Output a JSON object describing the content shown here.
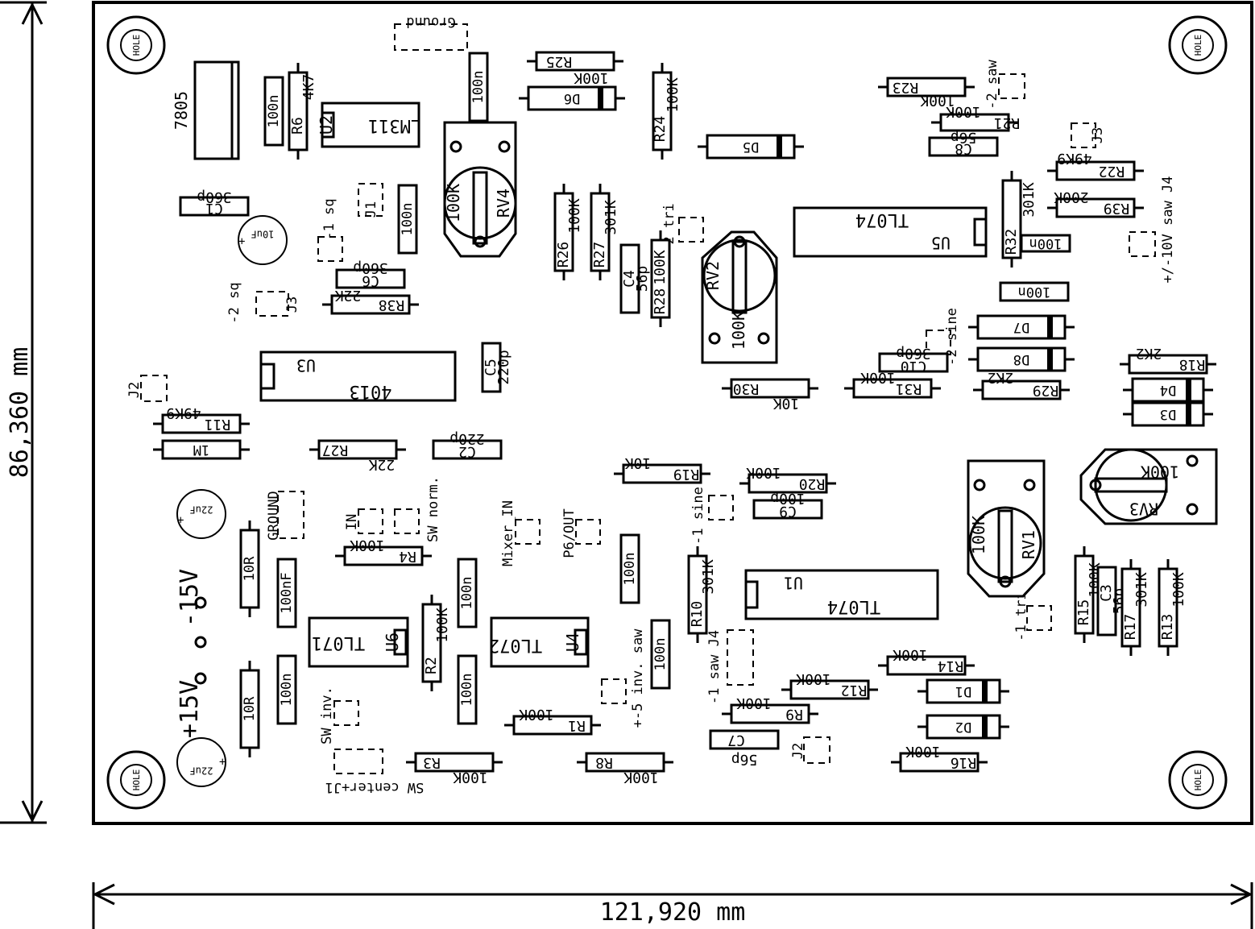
{
  "dimensions": {
    "width": "121,920 mm",
    "height": "86,360 mm"
  },
  "mounting_holes": [
    "HOLE",
    "HOLE",
    "HOLE",
    "HOLE"
  ],
  "power": {
    "plus": "+15V",
    "minus": "-15V"
  },
  "headers": {
    "ground": "Ground",
    "ground2": "GROUND",
    "sq1": "-1 sq",
    "sq2": "-2 sq",
    "saw2": "-2 saw",
    "tri2": "-2 tri",
    "tri1": "-1 tri",
    "sine2": "-2 sine",
    "sine1": "-1 sine",
    "saw1": "-1 saw J4",
    "saw10v": "+/-10V saw J4",
    "inv_saw": "+-5 inv. saw",
    "sw_norm": "SW norm.",
    "sw_inv": "SW inv.",
    "sw_center": "SW center+J1",
    "in": "IN",
    "mixer_in": "Mixer_IN",
    "p6_out": "P6/OUT",
    "j1": "J1",
    "j2a": "J2",
    "j2b": "J2",
    "j3a": "J3",
    "j3b": "J3"
  },
  "components": {
    "reg": "7805",
    "r6": "R6",
    "r6v": "4K7",
    "c_r6": "100n",
    "lm311": "LM311",
    "lm311_ref": "U2",
    "c_gnd": "100n",
    "rv4": "RV4",
    "rv4v": "100K",
    "r25": "R25",
    "r25v": "100K",
    "d6": "D6",
    "r24": "R24",
    "r24v": "100K",
    "d5": "D5",
    "r23": "R23",
    "r23v": "100K",
    "r21": "R21",
    "r21v": "100K",
    "c8": "C8",
    "c8v": "56p",
    "r22": "R22",
    "r22v": "49K9",
    "r39": "R39",
    "r39v": "200K",
    "r32": "R32",
    "r32v": "301K",
    "c_r32": "100n",
    "c_u5": "100n",
    "u5": "U5",
    "u5v": "TL074",
    "c1": "C1",
    "c1v": "360p",
    "e1": "10uF",
    "c_j1": "100n",
    "c6": "C6",
    "c6v": "360p",
    "r38": "R38",
    "r38v": "22K",
    "r26": "R26",
    "r26v": "100K",
    "r27": "R27",
    "r27v": "301K",
    "c4": "C4",
    "c4v": "56p",
    "r28": "R28",
    "r28v": "100K",
    "rv2": "RV2",
    "rv2v": "100K",
    "u3": "U3",
    "u3v": "4013",
    "c5": "C5",
    "c5v": "220p",
    "r11": "R11",
    "r11v": "49K9",
    "r_1m": "1M",
    "r27b": "R27",
    "r27bv": "22K",
    "c2": "C2",
    "c2v": "220p",
    "d7": "D7",
    "d8": "D8",
    "c10": "C10",
    "c10v": "360p",
    "r31": "R31",
    "r31v": "100K",
    "r29": "R29",
    "r29v": "2K2",
    "r30": "R30",
    "r30v": "10K",
    "r18": "R18",
    "r18v": "2K2",
    "d4": "D4",
    "d3": "D3",
    "r19": "R19",
    "r19v": "10K",
    "r20": "R20",
    "r20v": "100K",
    "c9": "C9",
    "c9v": "100p",
    "rv1": "RV1",
    "rv1v": "100K",
    "rv3": "RV3",
    "rv3v": "100K",
    "e2": "22uF",
    "e3": "22uF",
    "r4": "R4",
    "r4v": "100K",
    "r10r_a": "10R",
    "r10r_b": "10R",
    "c100nf": "100nF",
    "c100n_b": "100n",
    "tl071": "TL071",
    "tl071_ref": "U6",
    "r2": "R2",
    "r2v": "100K",
    "c_r2a": "100n",
    "c_r2b": "100n",
    "tl072": "TL072",
    "tl072_ref": "U4",
    "c_p6": "100n",
    "c_saw": "100n",
    "r10": "R10",
    "r10v": "301K",
    "u1": "U1",
    "u1v": "TL074",
    "r15": "R15",
    "r15v": "100K",
    "c3": "C3",
    "c3v": "56p",
    "r17": "R17",
    "r17v": "301K",
    "r13": "R13",
    "r13v": "100K",
    "r14": "R14",
    "r14v": "100K",
    "r12": "R12",
    "r12v": "100K",
    "d1": "D1",
    "d2": "D2",
    "r9": "R9",
    "r9v": "100K",
    "c7": "C7",
    "c7v": "56p",
    "r1": "R1",
    "r1v": "100K",
    "r3": "R3",
    "r3v": "100K",
    "r8": "R8",
    "r8v": "100K",
    "r16": "R16",
    "r16v": "100K"
  }
}
